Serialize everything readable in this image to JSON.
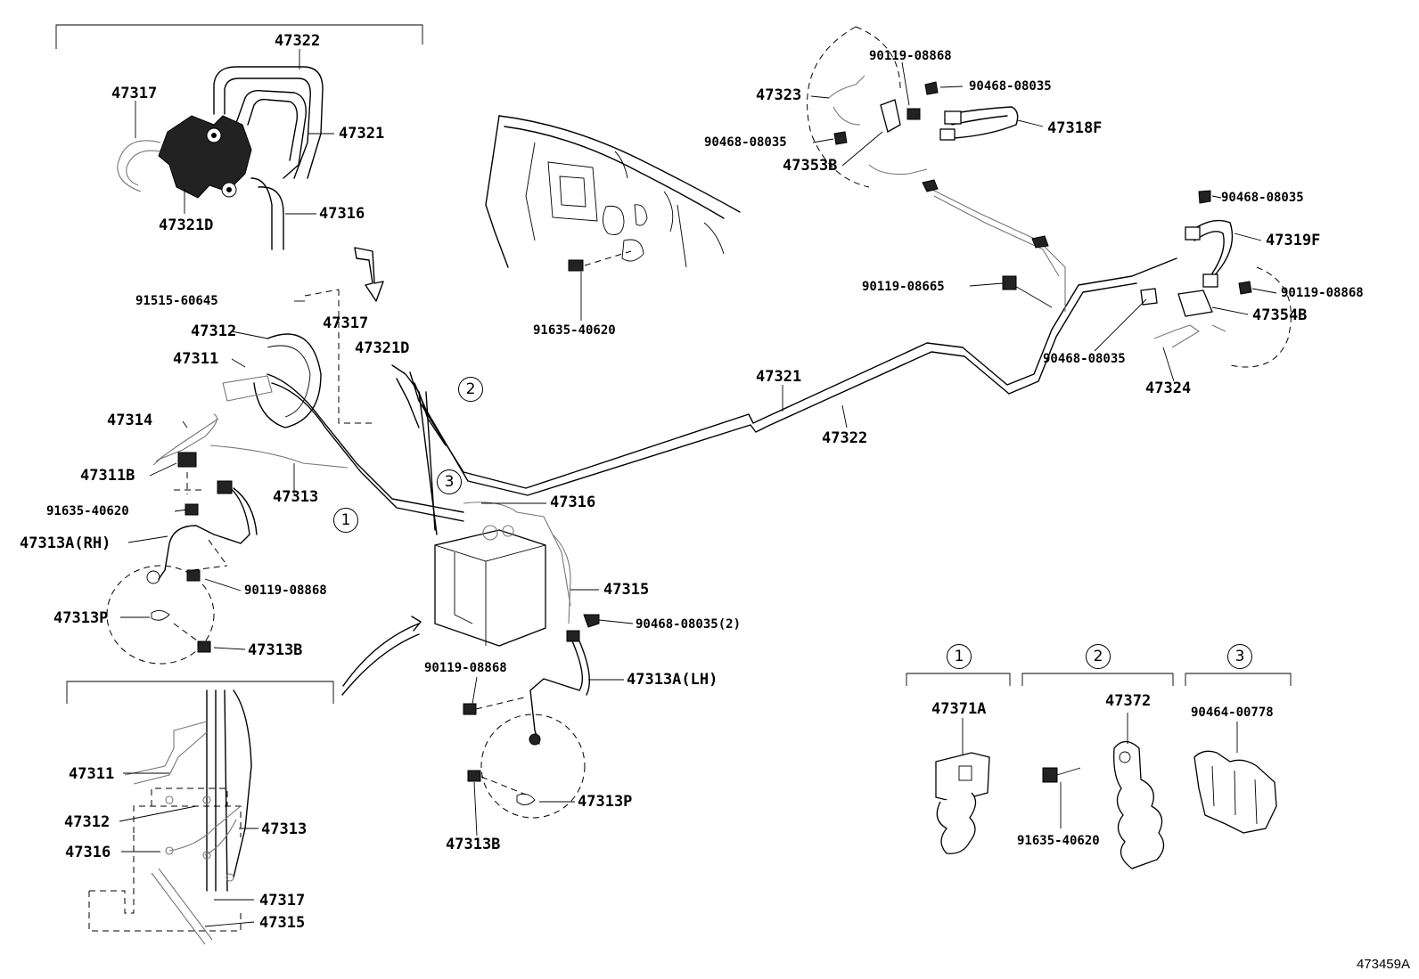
{
  "labels": {
    "l47322_top": "47322",
    "l47317_top": "47317",
    "l47321_top": "47321",
    "l47316_top": "47316",
    "l47321D_top": "47321D",
    "l91515": "91515-60645",
    "l47317_mid": "47317",
    "l47321D_mid": "47321D",
    "l47312_mid": "47312",
    "l47311_mid": "47311",
    "l47314": "47314",
    "l47311B": "47311B",
    "l47313_mid": "47313",
    "l91635_left": "91635-40620",
    "l47313A_RH": "47313A(RH)",
    "l90119_left": "90119-08868",
    "l47313P_left": "47313P",
    "l47313B_left": "47313B",
    "l91635_center": "91635-40620",
    "l47323": "47323",
    "l90119_tr1": "90119-08868",
    "l90468_tr1": "90468-08035",
    "l90468_tr2": "90468-08035",
    "l47318F": "47318F",
    "l47353B": "47353B",
    "l90468_tr3": "90468-08035",
    "l47319F": "47319F",
    "l90119_08665": "90119-08665",
    "l90119_tr2": "90119-08868",
    "l47354B": "47354B",
    "l90468_tr4": "90468-08035",
    "l47324": "47324",
    "l47321_center": "47321",
    "l47322_center": "47322",
    "l47316_center": "47316",
    "l47315_center": "47315",
    "l90468_2": "90468-08035(2)",
    "l90119_lh": "90119-08868",
    "l47313A_LH": "47313A(LH)",
    "l47313P_lh": "47313P",
    "l47313B_lh": "47313B",
    "l47311_inset": "47311",
    "l47312_inset": "47312",
    "l47313_inset": "47313",
    "l47316_inset": "47316",
    "l47317_inset": "47317",
    "l47315_inset": "47315",
    "l47371A": "47371A",
    "l47372": "47372",
    "l90464": "90464-00778",
    "l91635_clamp": "91635-40620"
  },
  "callouts": {
    "c1_main": "1",
    "c2_main": "2",
    "c3_main": "3",
    "c1_legend": "1",
    "c2_legend": "2",
    "c3_legend": "3"
  },
  "diagram_id": "473459A"
}
